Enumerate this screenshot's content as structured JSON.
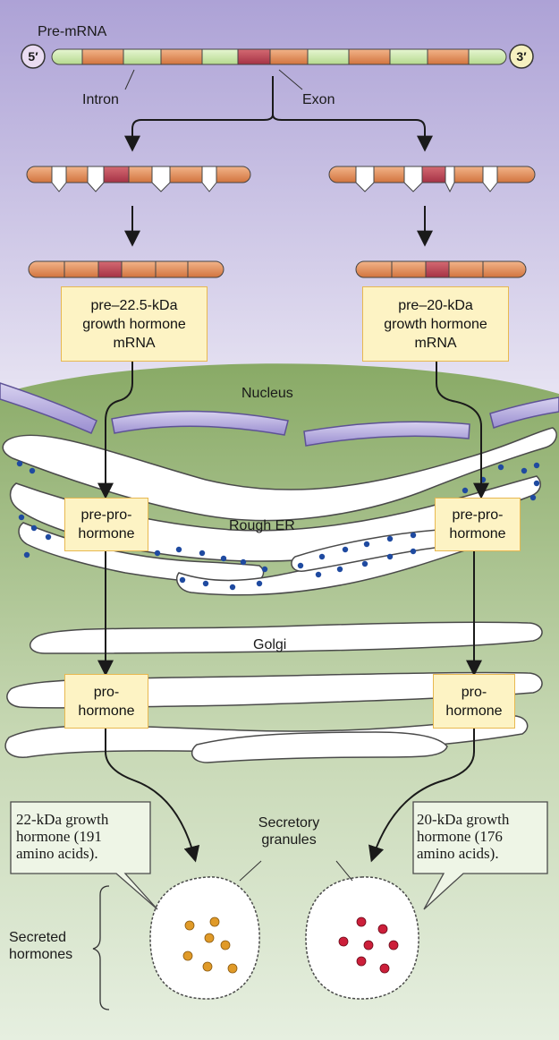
{
  "labels": {
    "pre_mrna": "Pre-mRNA",
    "five_prime": "5′",
    "three_prime": "3′",
    "intron": "Intron",
    "exon": "Exon",
    "nucleus": "Nucleus",
    "rough_er": "Rough ER",
    "golgi": "Golgi",
    "secretory_granules_1": "Secretory",
    "secretory_granules_2": "granules",
    "secreted_hormones_1": "Secreted",
    "secreted_hormones_2": "hormones"
  },
  "left_path": {
    "mrna_box": [
      "pre–22.5-kDa",
      "growth hormone",
      "mRNA"
    ],
    "prepro_box": [
      "pre-pro-",
      "hormone"
    ],
    "pro_box": [
      "pro-",
      "hormone"
    ],
    "callout": [
      "22-kDa growth",
      "hormone (191",
      "amino acids)."
    ]
  },
  "right_path": {
    "mrna_box": [
      "pre–20-kDa",
      "growth hormone",
      "mRNA"
    ],
    "prepro_box": [
      "pre-pro-",
      "hormone"
    ],
    "pro_box": [
      "pro-",
      "hormone"
    ],
    "callout": [
      "20-kDa growth",
      "hormone (176",
      "amino acids)."
    ]
  },
  "colors": {
    "intron": "#c8e6a8",
    "exon": "#e0885a",
    "exon_highlight": "#b84a5a",
    "nucleus_bg": "#b8acd6",
    "cytoplasm_bg": "#8fb070",
    "membrane": "#a89cd8",
    "ribosome": "#1f4aa0",
    "granule_left": "#e09a28",
    "granule_right": "#cc1f3a",
    "box_fill": "#fdf3c4",
    "box_border": "#e8b850"
  }
}
